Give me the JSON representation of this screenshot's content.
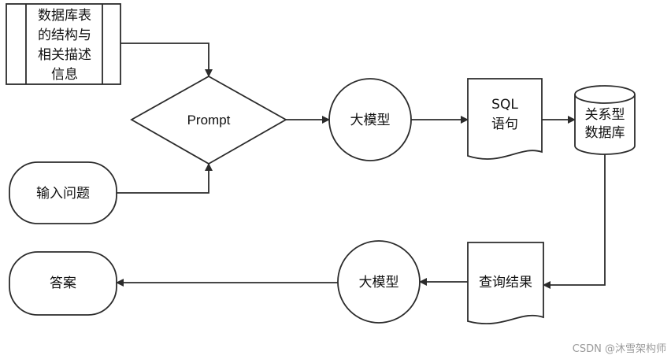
{
  "nodes": {
    "schema_info": [
      "数据库表",
      "的结构与",
      "相关描述",
      "信息"
    ],
    "prompt": "Prompt",
    "question": "输入问题",
    "llm_1": "大模型",
    "sql": [
      "SQL",
      "语句"
    ],
    "database": [
      "关系型",
      "数据库"
    ],
    "query_result": "查询结果",
    "llm_2": "大模型",
    "answer": "答案"
  },
  "watermark": "CSDN @沐雪架构师",
  "colors": {
    "stroke": "#2b2b2b",
    "fill": "#ffffff",
    "watermark": "#9a9a9a"
  }
}
